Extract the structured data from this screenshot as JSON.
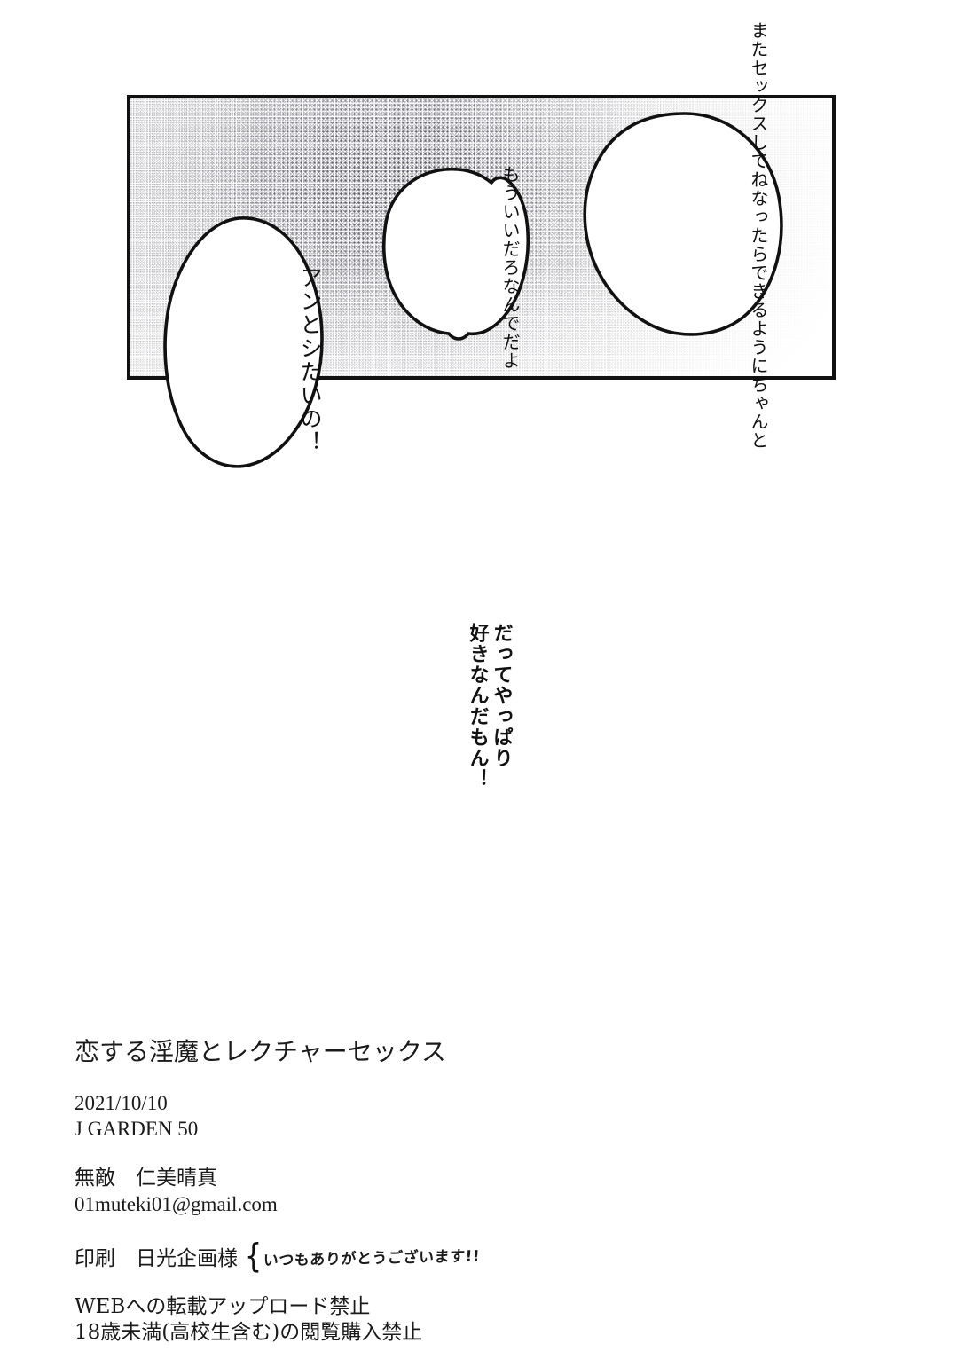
{
  "page": {
    "background_color": "#ffffff",
    "ink_color": "#111111"
  },
  "panel": {
    "border_color": "#111111",
    "tone_description": "halftone screentone gradient, densest at upper-left of panel"
  },
  "balloons": [
    {
      "id": "anto",
      "lines": [
        "アンとシたいの！"
      ],
      "full_text": "アンとシたいの！"
    },
    {
      "id": "nande",
      "lines": [
        "なんでだよ",
        "もういいだろ"
      ],
      "full_text": "なんでだよもういいだろ"
    },
    {
      "id": "chanto",
      "lines": [
        "ちゃんと",
        "できるように",
        "なったら",
        "またセックスしてね"
      ],
      "full_text": "ちゃんとできるようになったらまたセックスしてね"
    }
  ],
  "monologue": {
    "lines": [
      "だってやっぱり",
      "好きなんだもん！"
    ],
    "full_text": "だってやっぱり好きなんだもん！"
  },
  "colophon": {
    "title": "恋する淫魔とレクチャーセックス",
    "date": "2021/10/10",
    "event": "J GARDEN 50",
    "circle_and_author": "無敵　仁美晴真",
    "email": "01muteki01@gmail.com",
    "printer_label": "印刷　日光企画様",
    "printer_handnote": "いつもありがとうございます!!",
    "handnote_brace": "{",
    "restriction_line_1": "WEBへの転載アップロード禁止",
    "restriction_line_2": "18歳未満(高校生含む)の閲覧購入禁止"
  }
}
